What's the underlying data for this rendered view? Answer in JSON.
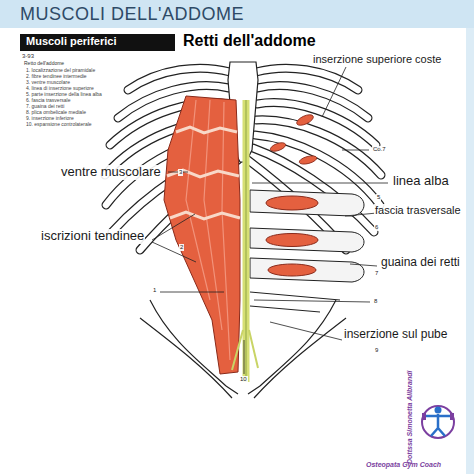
{
  "diagram": {
    "title": "Retti dell'addome",
    "nodes": [
      {
        "text": [
          "MUSCOLI DELL'ADDOME"
        ]
      },
      {
        "text": [
          "Muscoli periferici"
        ]
      }
    ],
    "labels": [
      "3-93",
      "Retto dell'addome",
      "1. localizzazione del piramidale",
      "2. fibre tendinee intermedie",
      "3. ventre muscolare",
      "4. linea di inserzione superiore",
      "5. parte inserzione della linea alba",
      "6. fascia trasversale",
      "7. guaina dei retti",
      "8. plica ombelicale mediale",
      "9. inserzione inferiore",
      "10. espansione controlaterale",
      "inserzione superiore coste",
      "Co.7",
      "linea alba",
      "5",
      "ventre muscolare",
      "3",
      "fascia trasversale",
      "6",
      "iscrizioni tendinee",
      "2",
      "guaina dei retti",
      "7",
      "1",
      "8",
      "inserzione sul pube",
      "9",
      "10",
      "Dottssa Simonetta Alibrandi",
      "Osteopata Gym Coach"
    ]
  }
}
